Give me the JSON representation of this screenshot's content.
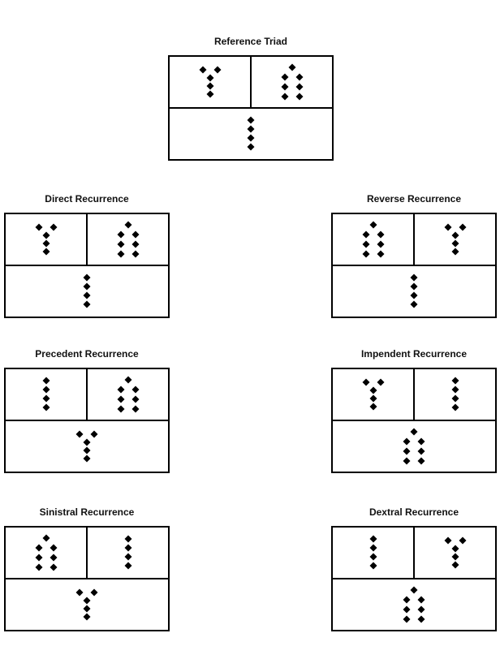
{
  "figure": {
    "background_color": "#ffffff",
    "line_color": "#000000",
    "title_color": "#111111"
  },
  "glyph_style": {
    "dot_half_size": 4.5,
    "color": "#000000",
    "dot_shape": "diamond"
  },
  "glyphs": {
    "y_cluster": {
      "name": "y-shaped-five-dot-cluster",
      "dots": [
        [
          -9,
          -15
        ],
        [
          9,
          -15
        ],
        [
          0,
          -5
        ],
        [
          0,
          5
        ],
        [
          0,
          15
        ]
      ]
    },
    "seven_cluster": {
      "name": "seven-dot-double-column-cluster",
      "dots": [
        [
          0,
          -18
        ],
        [
          -9,
          -6
        ],
        [
          9,
          -6
        ],
        [
          -9,
          6
        ],
        [
          9,
          6
        ],
        [
          -9,
          18
        ],
        [
          9,
          18
        ]
      ]
    },
    "four_line": {
      "name": "four-dot-vertical-line",
      "dots": [
        [
          0,
          -17
        ],
        [
          0,
          -6
        ],
        [
          0,
          5
        ],
        [
          0,
          16
        ]
      ]
    }
  },
  "panels": [
    {
      "id": "reference-triad",
      "title": "Reference Triad",
      "cells": {
        "left": "y_cluster",
        "right": "seven_cluster",
        "bottom": "four_line"
      }
    },
    {
      "id": "direct-recurrence",
      "title": "Direct Recurrence",
      "cells": {
        "left": "y_cluster",
        "right": "seven_cluster",
        "bottom": "four_line"
      }
    },
    {
      "id": "reverse-recurrence",
      "title": "Reverse Recurrence",
      "cells": {
        "left": "seven_cluster",
        "right": "y_cluster",
        "bottom": "four_line"
      }
    },
    {
      "id": "precedent-recurrence",
      "title": "Precedent Recurrence",
      "cells": {
        "left": "four_line",
        "right": "seven_cluster",
        "bottom": "y_cluster"
      }
    },
    {
      "id": "impendent-recurrence",
      "title": "Impendent Recurrence",
      "cells": {
        "left": "y_cluster",
        "right": "four_line",
        "bottom": "seven_cluster"
      }
    },
    {
      "id": "sinistral-recurrence",
      "title": "Sinistral Recurrence",
      "cells": {
        "left": "seven_cluster",
        "right": "four_line",
        "bottom": "y_cluster"
      }
    },
    {
      "id": "dextral-recurrence",
      "title": "Dextral Recurrence",
      "cells": {
        "left": "four_line",
        "right": "y_cluster",
        "bottom": "seven_cluster"
      }
    }
  ]
}
